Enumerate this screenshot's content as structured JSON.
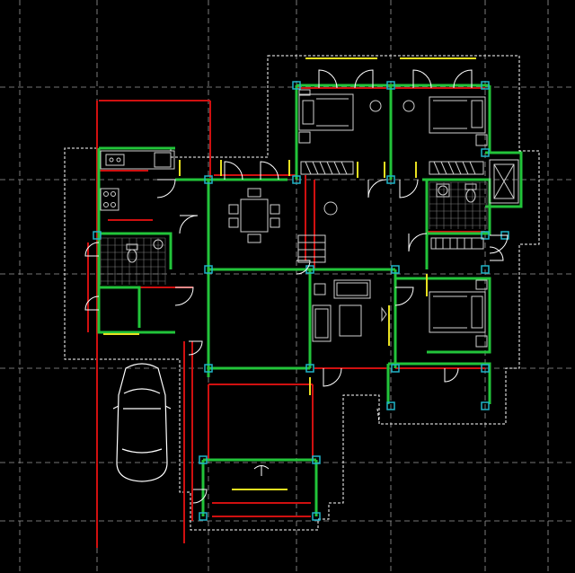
{
  "drawing": {
    "background": "#000000",
    "colors": {
      "grid": "#9a9a9a",
      "wall_green": "#22c43a",
      "wall_red": "#d01010",
      "white": "#ffffff",
      "yellow": "#e8e020",
      "cyan": "#20b4c8",
      "furniture": "#cfcfcf"
    },
    "rooms": [
      "bedroom-left",
      "bedroom-right",
      "bedroom-lower-right",
      "kitchen",
      "bath-left",
      "bath-right",
      "dining",
      "living",
      "stair",
      "porch",
      "carport"
    ],
    "icons": [
      "bed-icon",
      "dining-table-icon",
      "sofa-set-icon",
      "car-icon",
      "toilet-icon",
      "sink-icon",
      "stove-icon",
      "wardrobe-icon",
      "door-swing-icon",
      "column-icon"
    ]
  }
}
